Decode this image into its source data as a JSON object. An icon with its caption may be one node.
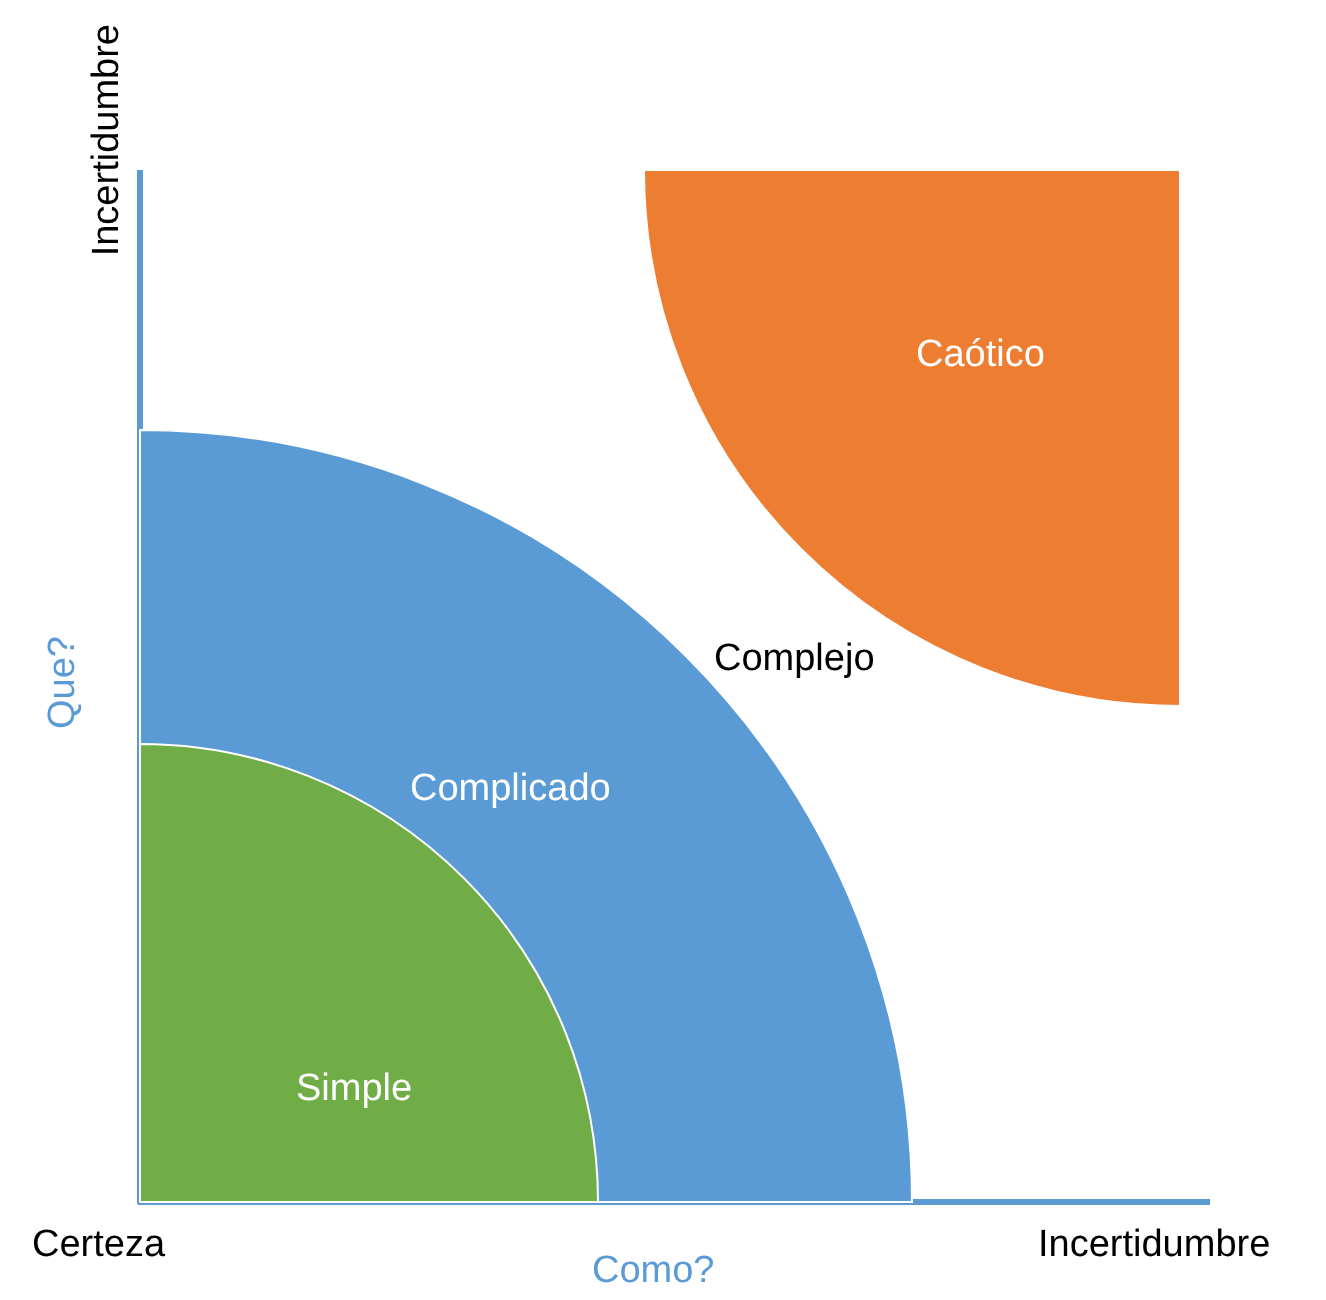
{
  "diagram": {
    "nodes": [
      {
        "text": [
          "Complicado"
        ]
      },
      {
        "text": [
          "Simple"
        ],
        "in": 0
      },
      {
        "text": [
          "Caótico"
        ]
      }
    ],
    "labels": [
      "Incertidumbre",
      "Complejo",
      "Que?",
      "Certeza",
      "Como?",
      "Incertidumbre"
    ]
  }
}
